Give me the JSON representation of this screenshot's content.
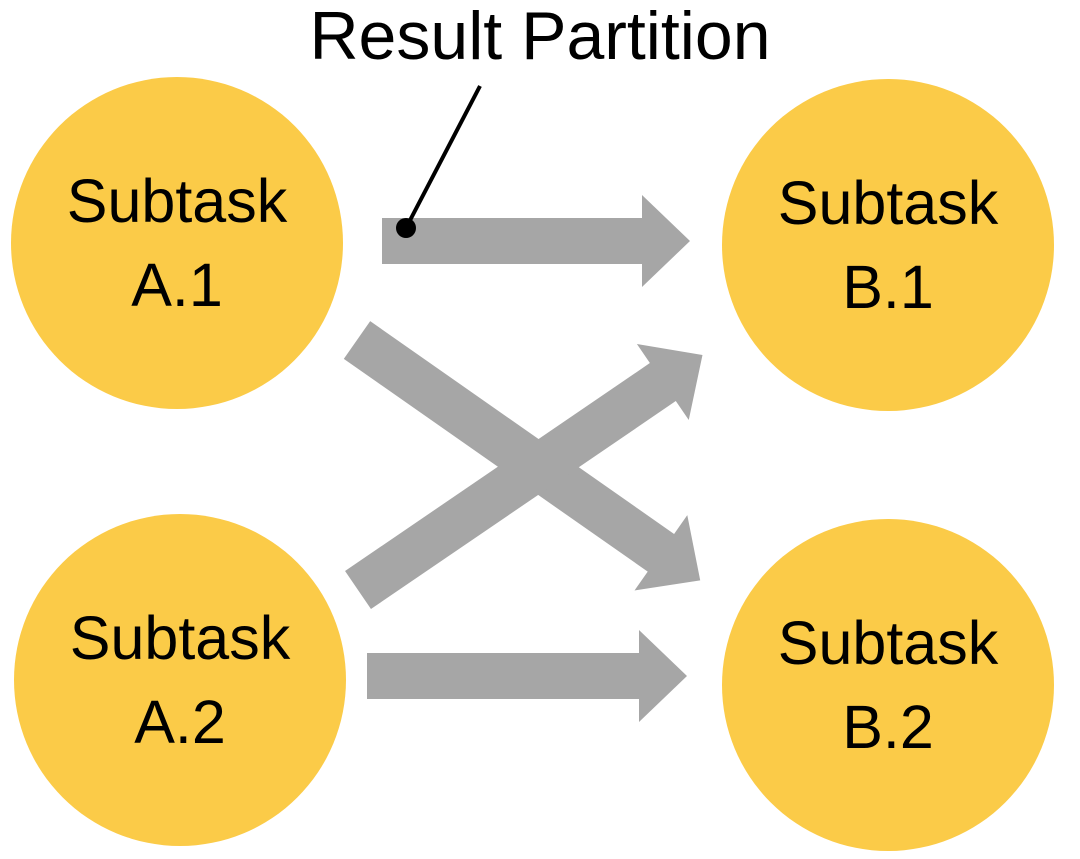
{
  "diagram": {
    "annotation": {
      "label": "Result Partition",
      "target": "arrow from Subtask A.1 to Subtask B.1"
    },
    "nodes": [
      {
        "id": "subtask-a1",
        "line1": "Subtask",
        "line2": "A.1"
      },
      {
        "id": "subtask-a2",
        "line1": "Subtask",
        "line2": "A.2"
      },
      {
        "id": "subtask-b1",
        "line1": "Subtask",
        "line2": "B.1"
      },
      {
        "id": "subtask-b2",
        "line1": "Subtask",
        "line2": "B.2"
      }
    ],
    "edges": [
      {
        "from": "Subtask A.1",
        "to": "Subtask B.1"
      },
      {
        "from": "Subtask A.1",
        "to": "Subtask B.2"
      },
      {
        "from": "Subtask A.2",
        "to": "Subtask B.1"
      },
      {
        "from": "Subtask A.2",
        "to": "Subtask B.2"
      }
    ]
  },
  "colors": {
    "node_fill": "#FBCB48",
    "arrow_fill": "#A6A6A6",
    "text": "#000000",
    "background": "#FFFFFF"
  }
}
